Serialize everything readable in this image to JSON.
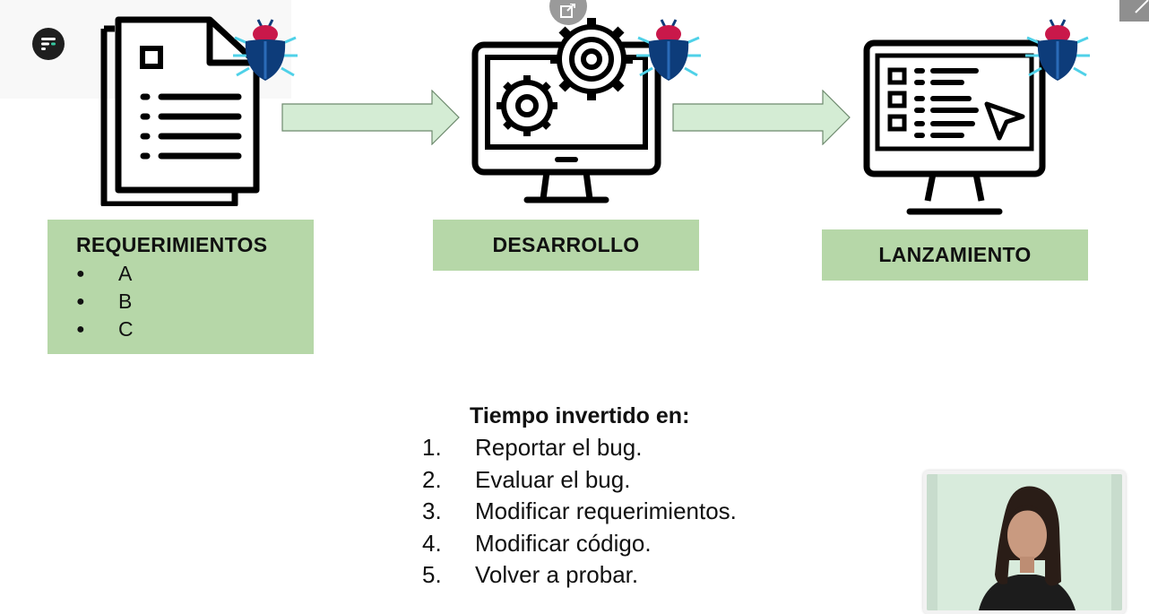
{
  "slide": {
    "stages": [
      {
        "title": "REQUERIMIENTOS",
        "items": [
          "A",
          "B",
          "C"
        ],
        "bullet": "●"
      },
      {
        "title": "DESARROLLO"
      },
      {
        "title": "LANZAMIENTO"
      }
    ],
    "time_title": "Tiempo invertido en:",
    "steps": [
      {
        "num": "1.",
        "text": "Reportar el bug."
      },
      {
        "num": "2.",
        "text": "Evaluar el bug."
      },
      {
        "num": "3.",
        "text": "Modificar requerimientos."
      },
      {
        "num": "4.",
        "text": "Modificar código."
      },
      {
        "num": "5.",
        "text": "Volver a probar."
      }
    ]
  },
  "colors": {
    "box_green": "#b6d7a8",
    "arrow_green": "#d4ecd4",
    "bug_red": "#c9184a",
    "bug_blue": "#0d3c7a",
    "bug_legs": "#4fd1e8"
  },
  "icons": [
    "app-logo-icon",
    "popout-icon",
    "document-icon",
    "computer-gears-icon",
    "computer-checklist-icon",
    "bug-icon",
    "arrow-icon"
  ]
}
